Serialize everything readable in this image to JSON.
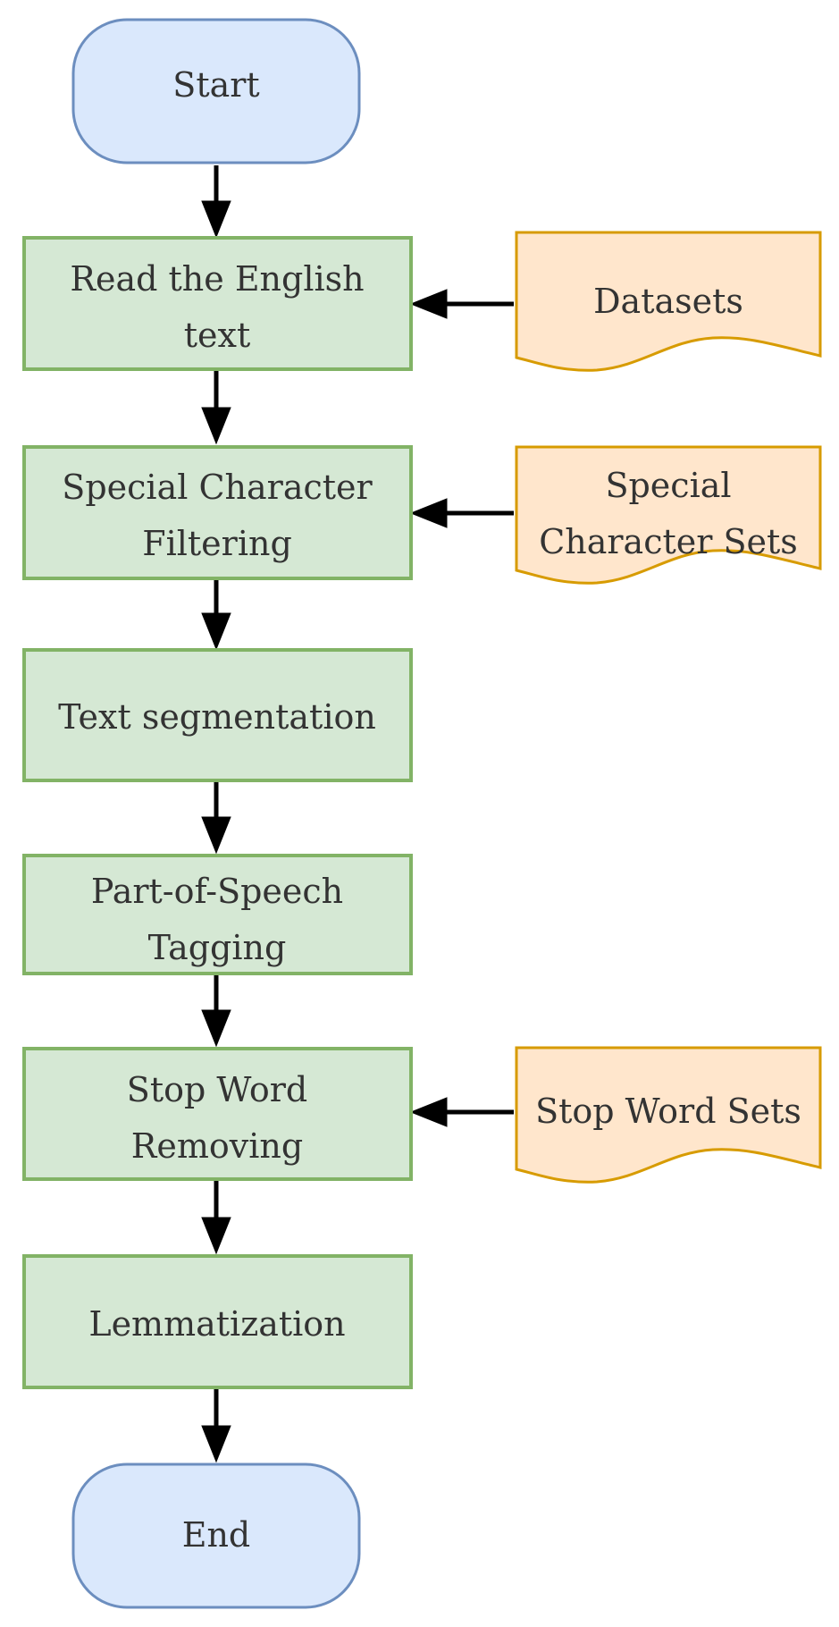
{
  "nodes": {
    "start": {
      "label": [
        "Start"
      ]
    },
    "read_text": {
      "label": [
        "Read the English",
        "text"
      ]
    },
    "special_filter": {
      "label": [
        "Special Character",
        "Filtering"
      ]
    },
    "segmentation": {
      "label": [
        "Text segmentation"
      ]
    },
    "pos_tagging": {
      "label": [
        "Part-of-Speech",
        "Tagging"
      ]
    },
    "stop_word_removing": {
      "label": [
        "Stop Word",
        "Removing"
      ]
    },
    "lemmatization": {
      "label": [
        "Lemmatization"
      ]
    },
    "end": {
      "label": [
        "End"
      ]
    },
    "datasets": {
      "label": [
        "Datasets"
      ]
    },
    "special_sets": {
      "label": [
        "Special",
        "Character Sets"
      ]
    },
    "stop_word_sets": {
      "label": [
        "Stop Word Sets"
      ]
    }
  },
  "edges": [
    {
      "from": "start",
      "to": "read_text"
    },
    {
      "from": "read_text",
      "to": "special_filter"
    },
    {
      "from": "special_filter",
      "to": "segmentation"
    },
    {
      "from": "segmentation",
      "to": "pos_tagging"
    },
    {
      "from": "pos_tagging",
      "to": "stop_word_removing"
    },
    {
      "from": "stop_word_removing",
      "to": "lemmatization"
    },
    {
      "from": "lemmatization",
      "to": "end"
    },
    {
      "from": "datasets",
      "to": "read_text"
    },
    {
      "from": "special_sets",
      "to": "special_filter"
    },
    {
      "from": "stop_word_sets",
      "to": "stop_word_removing"
    }
  ],
  "colors": {
    "terminal_fill": "#dae8fc",
    "terminal_stroke": "#6c8ebf",
    "process_fill": "#d5e8d4",
    "process_stroke": "#82b366",
    "document_fill": "#ffe6cc",
    "document_stroke": "#d79b00",
    "arrow": "#000000",
    "text": "#333333"
  }
}
